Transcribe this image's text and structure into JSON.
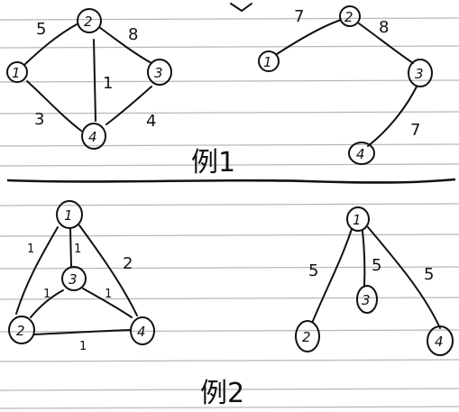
{
  "lines_color": "#b8b8b8",
  "ink_color": "#111111",
  "examples": [
    {
      "title": "例1",
      "graphs": [
        {
          "nodes": [
            {
              "label": "1"
            },
            {
              "label": "2"
            },
            {
              "label": "3"
            },
            {
              "label": "4"
            }
          ],
          "edges": [
            {
              "from": "1",
              "to": "2",
              "weight": "5"
            },
            {
              "from": "2",
              "to": "3",
              "weight": "8"
            },
            {
              "from": "2",
              "to": "4",
              "weight": "1"
            },
            {
              "from": "1",
              "to": "4",
              "weight": "3"
            },
            {
              "from": "3",
              "to": "4",
              "weight": "4"
            }
          ]
        },
        {
          "nodes": [
            {
              "label": "1"
            },
            {
              "label": "2"
            },
            {
              "label": "3"
            },
            {
              "label": "4"
            }
          ],
          "edges": [
            {
              "from": "1",
              "to": "2",
              "weight": "7"
            },
            {
              "from": "2",
              "to": "3",
              "weight": "8"
            },
            {
              "from": "3",
              "to": "4",
              "weight": "7"
            }
          ]
        }
      ]
    },
    {
      "title": "例2",
      "graphs": [
        {
          "nodes": [
            {
              "label": "1"
            },
            {
              "label": "3"
            },
            {
              "label": "2"
            },
            {
              "label": "4"
            }
          ],
          "edges": [
            {
              "from": "1",
              "to": "2",
              "weight": "1"
            },
            {
              "from": "1",
              "to": "3",
              "weight": "1"
            },
            {
              "from": "1",
              "to": "4",
              "weight": "2"
            },
            {
              "from": "3",
              "to": "2",
              "weight": "1"
            },
            {
              "from": "3",
              "to": "4",
              "weight": "1"
            },
            {
              "from": "2",
              "to": "4",
              "weight": "1"
            }
          ]
        },
        {
          "nodes": [
            {
              "label": "1"
            },
            {
              "label": "3"
            },
            {
              "label": "2"
            },
            {
              "label": "4"
            }
          ],
          "edges": [
            {
              "from": "1",
              "to": "2",
              "weight": "5"
            },
            {
              "from": "1",
              "to": "3",
              "weight": "5"
            },
            {
              "from": "1",
              "to": "4",
              "weight": "5"
            }
          ]
        }
      ]
    }
  ]
}
